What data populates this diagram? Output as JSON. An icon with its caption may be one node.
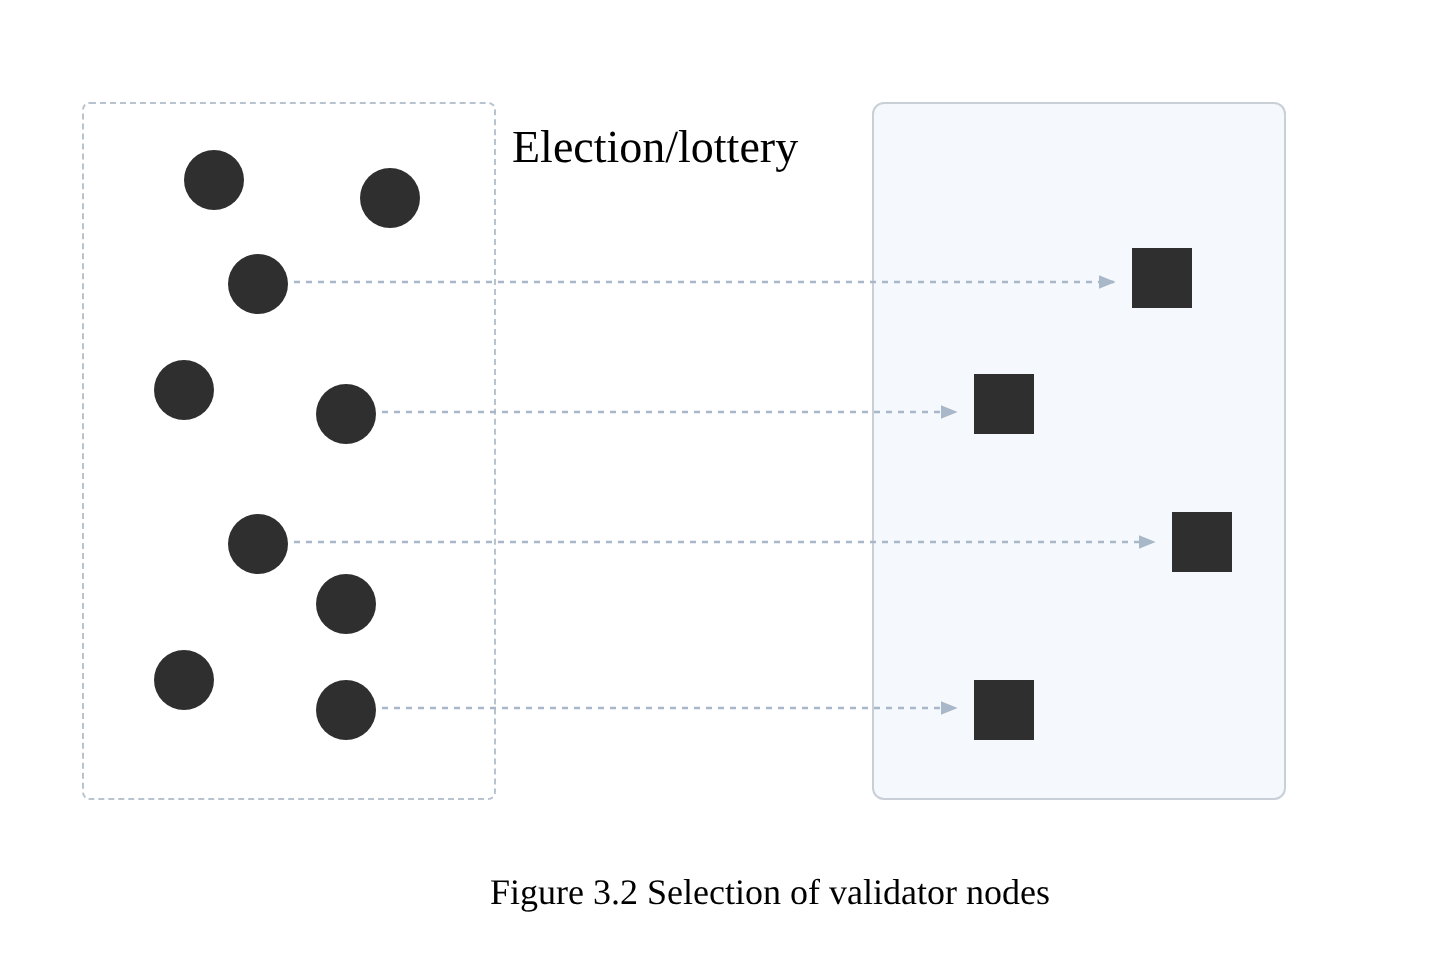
{
  "diagram": {
    "caption": "Figure 3.2 Selection of validator nodes",
    "nodes": [
      {
        "text": [],
        "shape": "box"
      },
      {
        "text": [],
        "shape": "box"
      },
      {
        "text": [],
        "shape": "circle",
        "in": 0
      },
      {
        "text": [],
        "shape": "circle",
        "in": 0
      },
      {
        "text": [],
        "shape": "circle",
        "in": 0
      },
      {
        "text": [],
        "shape": "circle",
        "in": 0
      },
      {
        "text": [],
        "shape": "circle",
        "in": 0
      },
      {
        "text": [],
        "shape": "circle",
        "in": 0
      },
      {
        "text": [],
        "shape": "circle",
        "in": 0
      },
      {
        "text": [],
        "shape": "circle",
        "in": 0
      },
      {
        "text": [],
        "shape": "circle",
        "in": 0
      },
      {
        "text": [],
        "shape": "box",
        "in": 1
      },
      {
        "text": [],
        "shape": "box",
        "in": 1
      },
      {
        "text": [],
        "shape": "box",
        "in": 1
      },
      {
        "text": [],
        "shape": "box",
        "in": 1
      }
    ],
    "edges": [
      {
        "from": 4,
        "to": 11,
        "arrow": "to",
        "style": "dashed"
      },
      {
        "from": 6,
        "to": 12,
        "arrow": "to",
        "style": "dashed"
      },
      {
        "from": 7,
        "to": 13,
        "arrow": "to",
        "style": "dashed"
      },
      {
        "from": 10,
        "to": 14,
        "arrow": "to",
        "style": "dashed"
      }
    ],
    "labels": [
      "Election/lottery"
    ]
  }
}
